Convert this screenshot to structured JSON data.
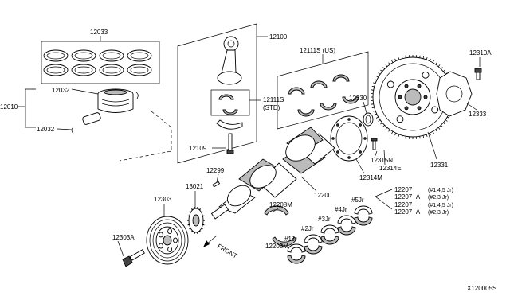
{
  "labels": {
    "rings": "12033",
    "piston": "12032",
    "piston_assy": "12010",
    "pin_clip": "12032",
    "con_rod": "12100",
    "rod_bearing": "12111S",
    "rod_bearing_std": "(STD)",
    "rod_bolt": "12109",
    "main_bearing_us": "12111S (US)",
    "seal": "12330",
    "oil_seal": "12314M",
    "plate": "12314E",
    "bolt_315": "12315N",
    "flywheel": "12331",
    "flywheel_bolt": "12310A",
    "flywheel_plate": "12333",
    "crankshaft": "12200",
    "key": "12299",
    "sprocket": "13021",
    "pulley": "12303",
    "pulley_bolt": "12303A",
    "thrust_upper": "12208M",
    "thrust_lower": "12208M",
    "front": "FRONT",
    "journal_1": "#1Jr",
    "journal_2": "#2Jr",
    "journal_3": "#3Jr",
    "journal_4": "#4Jr",
    "journal_5": "#5Jr",
    "bearing_1": "12207",
    "bearing_1_note": "(#1,4,5 Jr)",
    "bearing_2": "12207+A",
    "bearing_2_note": "(#2,3 Jr)",
    "bearing_3": "12207",
    "bearing_3_note": "(#1,4,5 Jr)",
    "bearing_4": "12207+A",
    "bearing_4_note": "(#2,3 Jr)",
    "figure_id": "X120005S"
  }
}
